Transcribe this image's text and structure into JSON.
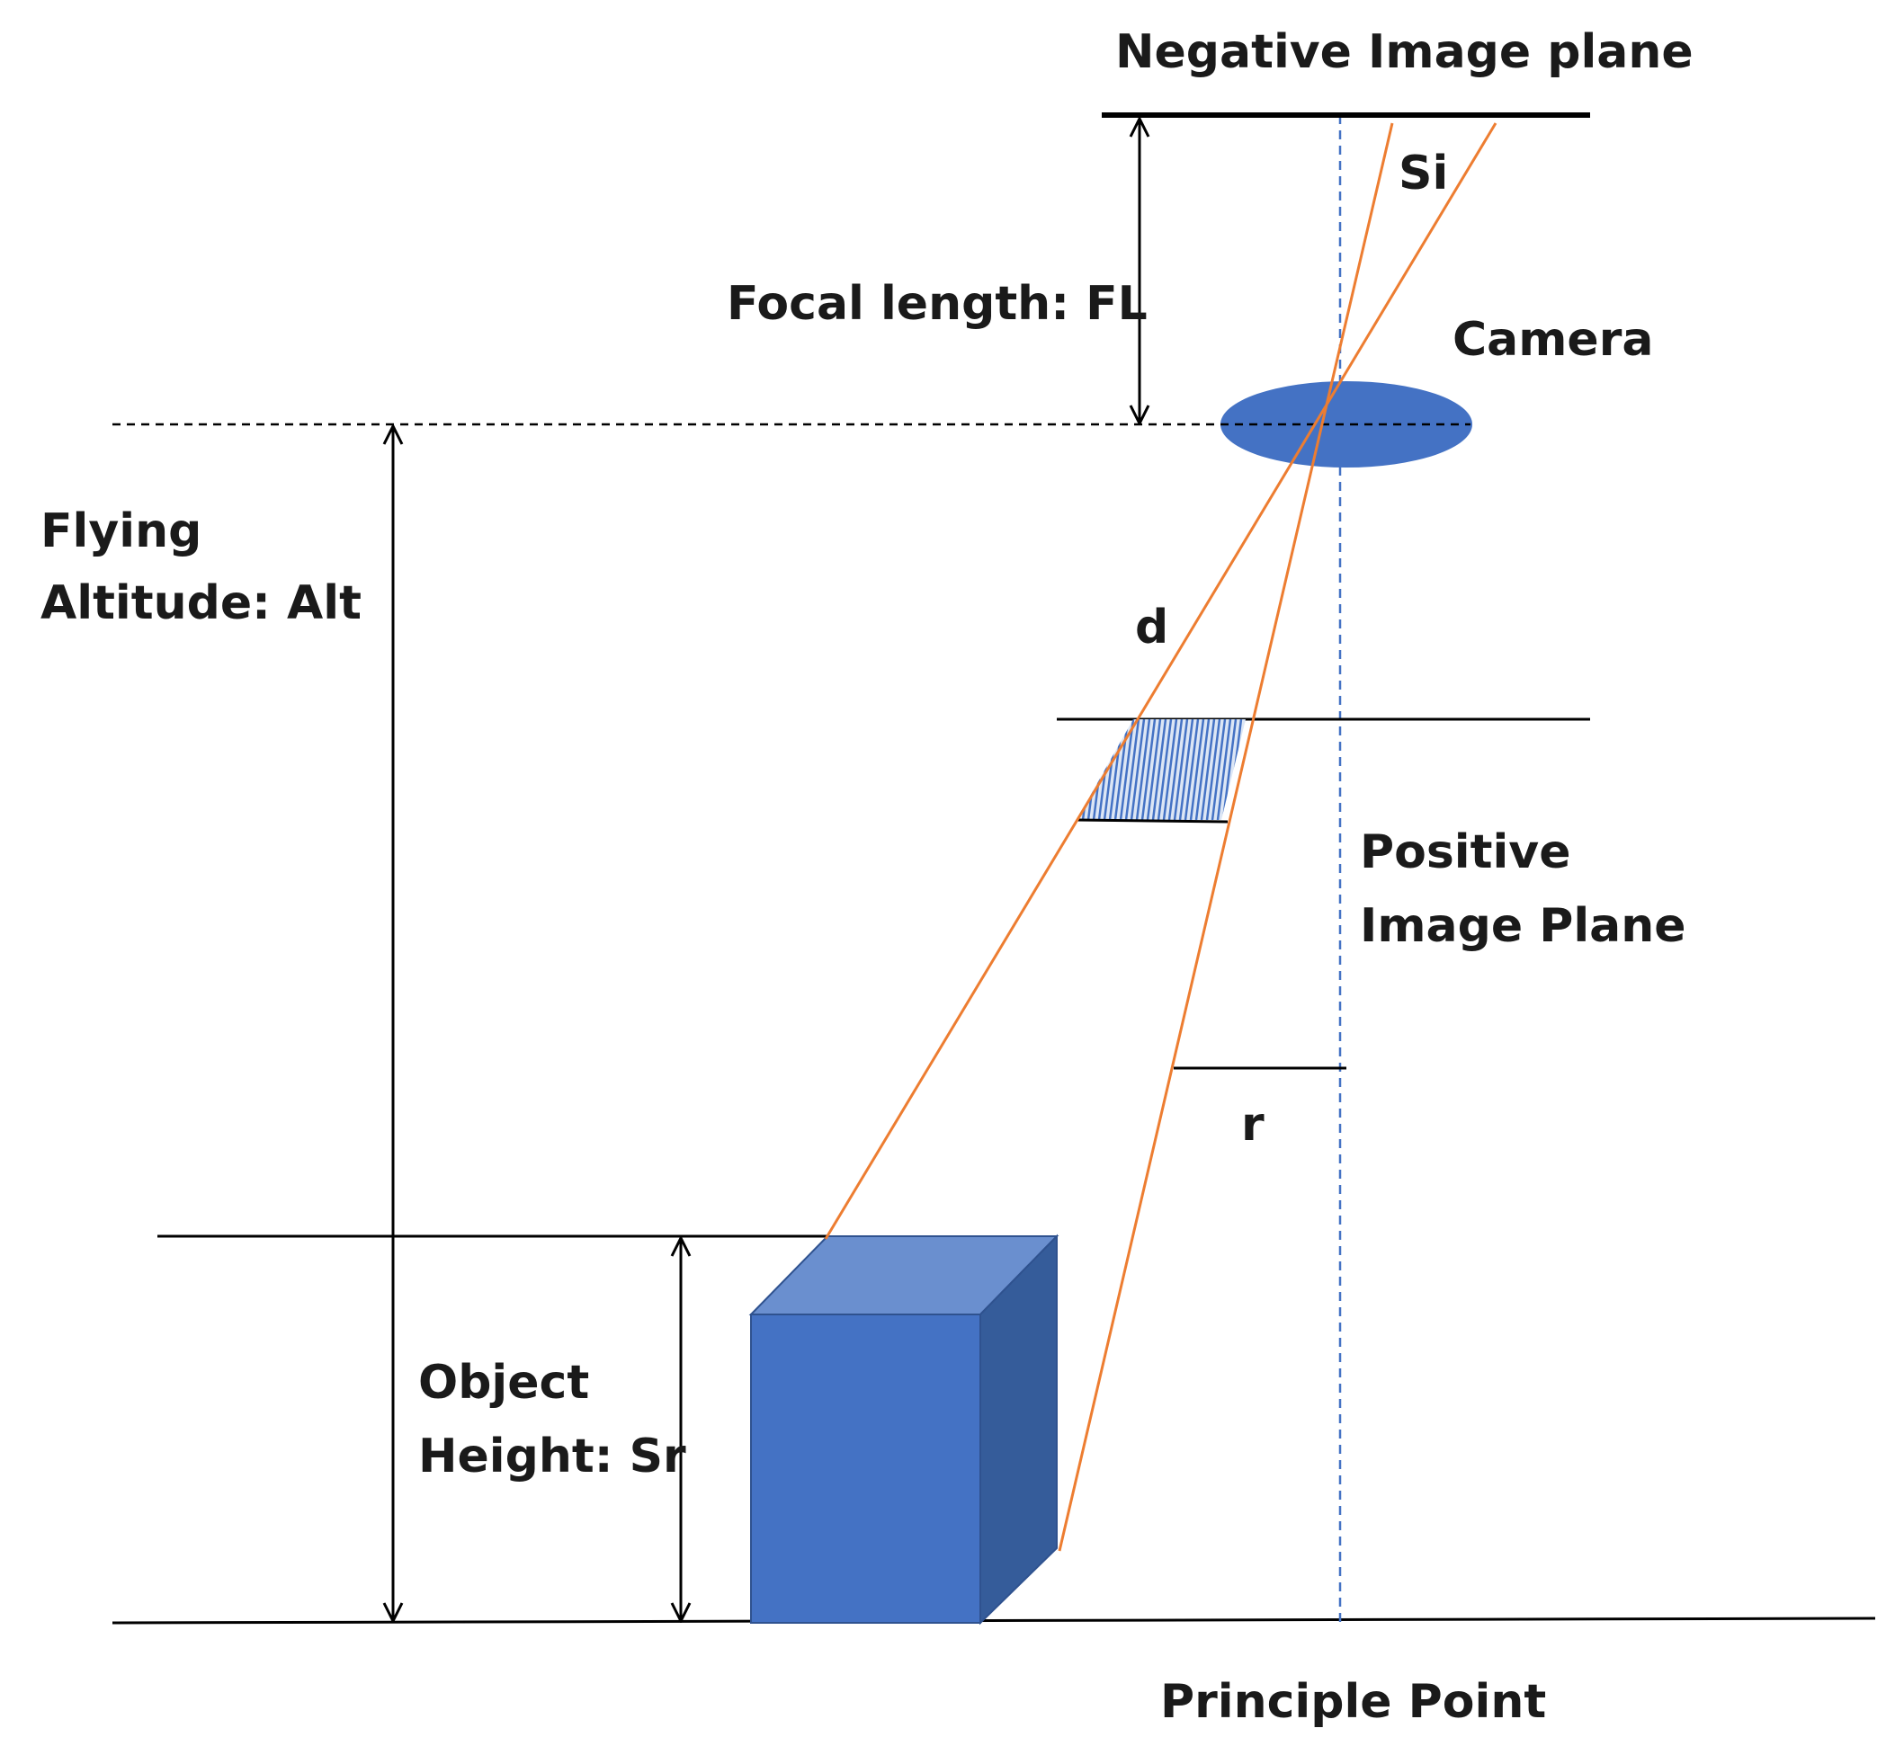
{
  "labels": {
    "negative_image_plane": "Negative Image plane",
    "si": "Si",
    "focal_length": "Focal length: FL",
    "camera": "Camera",
    "flying_line1": "Flying",
    "flying_line2": "Altitude: Alt",
    "d": "d",
    "positive_line1": "Positive",
    "positive_line2": "Image Plane",
    "r": "r",
    "object_line1": "Object",
    "object_line2": "Height: Sr",
    "principle_point": "Principle Point"
  },
  "colors": {
    "ray": "#ED7D31",
    "cube_front": "#4472C4",
    "cube_top": "#6A8FCF",
    "cube_side": "#355C9A",
    "lens": "#4472C4",
    "principal_axis": "#4472C4",
    "line": "#000000"
  }
}
